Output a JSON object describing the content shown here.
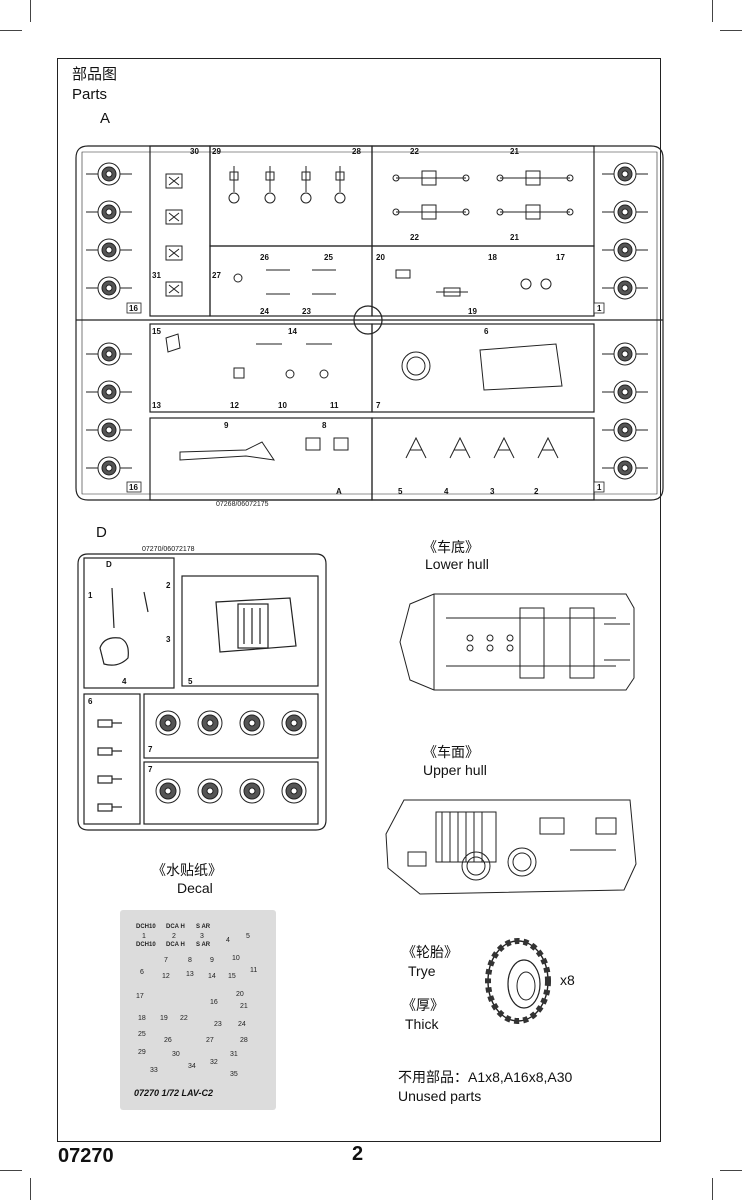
{
  "header": {
    "title_cn": "部品图",
    "title_en": "Parts"
  },
  "sprue_a": {
    "letter": "A",
    "code": "07268/06072175",
    "corner_label": "A",
    "part_numbers": [
      "1",
      "2",
      "3",
      "4",
      "5",
      "6",
      "7",
      "8",
      "9",
      "10",
      "11",
      "12",
      "13",
      "14",
      "15",
      "16",
      "17",
      "18",
      "19",
      "20",
      "21",
      "22",
      "23",
      "24",
      "25",
      "26",
      "27",
      "28",
      "29",
      "30",
      "31"
    ]
  },
  "sprue_d": {
    "letter": "D",
    "code": "07270/06072178",
    "corner_label": "D",
    "part_numbers": [
      "1",
      "2",
      "3",
      "4",
      "5",
      "6",
      "7"
    ]
  },
  "lower_hull": {
    "cn": "《车底》",
    "en": "Lower hull"
  },
  "upper_hull": {
    "cn": "《车面》",
    "en": "Upper hull"
  },
  "decal": {
    "cn": "《水贴纸》",
    "en": "Decal",
    "sheet_title": "07270 1/72 LAV-C2",
    "numbers": [
      "1",
      "2",
      "3",
      "4",
      "5",
      "6",
      "7",
      "8",
      "9",
      "10",
      "11",
      "12",
      "13",
      "14",
      "15",
      "16",
      "17",
      "18",
      "19",
      "20",
      "21",
      "22",
      "23",
      "24",
      "25",
      "26",
      "27",
      "28",
      "29",
      "30",
      "31",
      "32",
      "33",
      "34",
      "35"
    ],
    "markings": [
      "DCH10",
      "DCA H",
      "S AR",
      "DCH10",
      "DCA H",
      "S AR"
    ]
  },
  "tyre": {
    "cn": "《轮胎》",
    "en": "Trye",
    "qty": "x8",
    "thick_cn": "《厚》",
    "thick_en": "Thick"
  },
  "unused": {
    "cn": "不用部品：A1x8,A16x8,A30",
    "en": "Unused parts"
  },
  "footer": {
    "code": "07270",
    "page": "2"
  }
}
